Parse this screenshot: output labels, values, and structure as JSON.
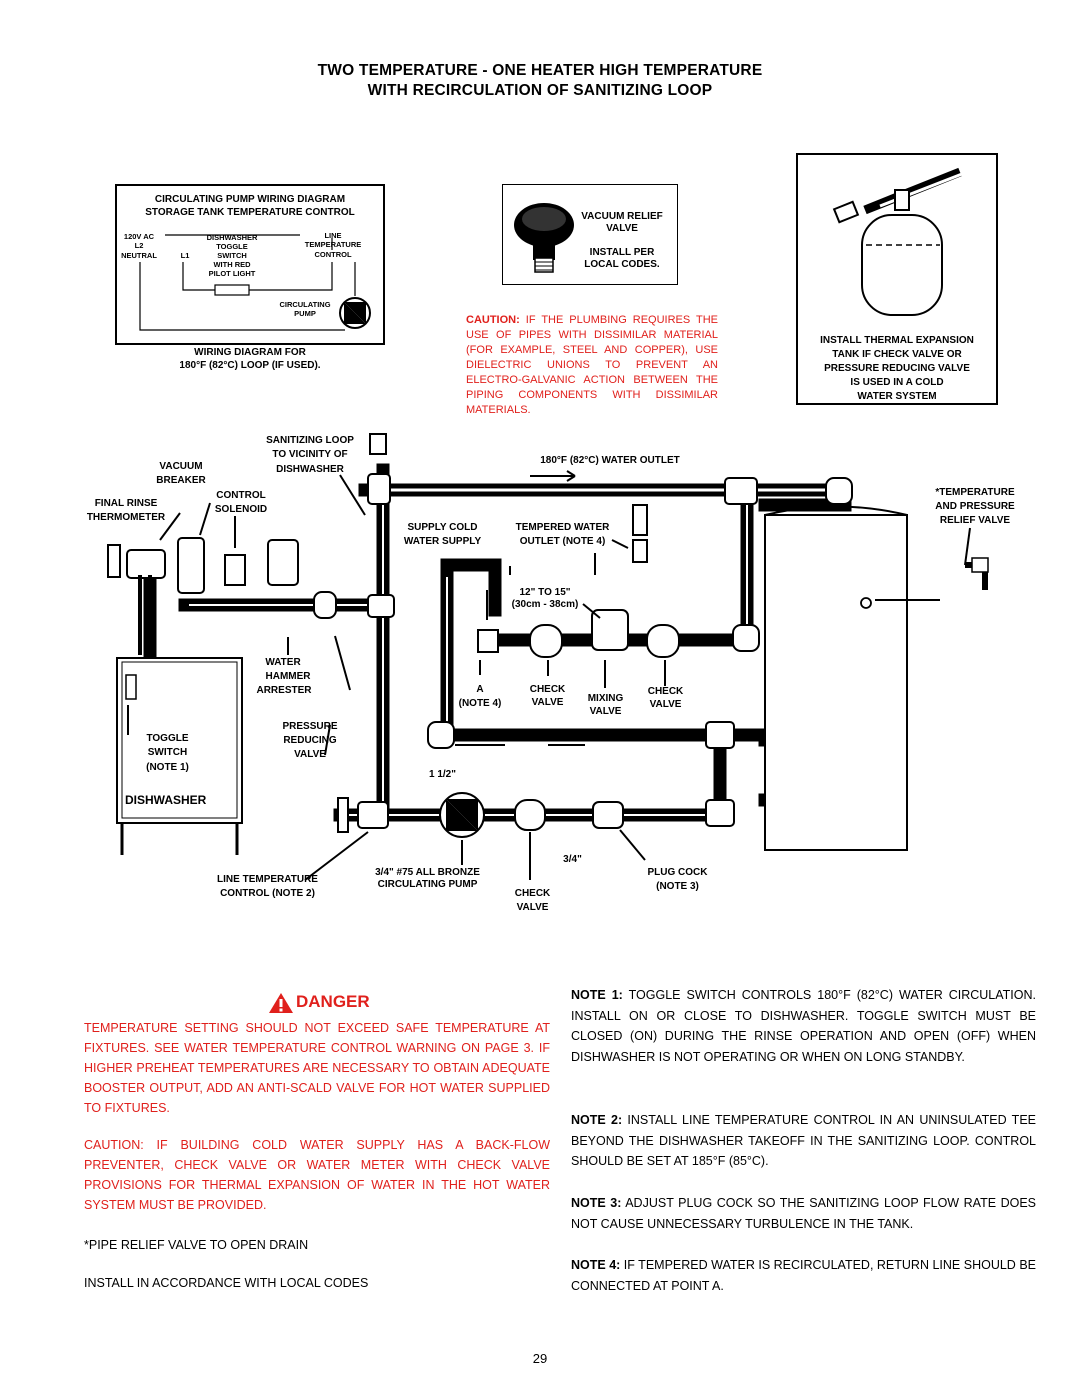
{
  "title": {
    "line1": "TWO TEMPERATURE - ONE HEATER HIGH TEMPERATURE",
    "line2": "WITH RECIRCULATION OF SANITIZING LOOP"
  },
  "wiring": {
    "heading1": "CIRCULATING PUMP WIRING DIAGRAM",
    "heading2": "STORAGE TANK TEMPERATURE CONTROL",
    "v120": "120V AC",
    "l2": "L2",
    "neutral": "NEUTRAL",
    "l1": "L1",
    "dishwasher": "DISHWASHER",
    "toggle": "TOGGLE",
    "switch": "SWITCH",
    "with_red": "WITH RED",
    "pilot_light": "PILOT LIGHT",
    "line": "LINE",
    "temperature": "TEMPERATURE",
    "control": "CONTROL",
    "circulating": "CIRCULATING",
    "pump": "PUMP",
    "caption1": "WIRING DIAGRAM FOR",
    "caption2": "180°F (82°C) LOOP (IF USED)."
  },
  "vacuum_relief": {
    "line1": "VACUUM RELIEF",
    "line2": "VALVE",
    "line3": "INSTALL PER",
    "line4": "LOCAL CODES."
  },
  "caution_plumbing": {
    "lead": "CAUTION:",
    "text": " IF THE PLUMBING REQUIRES THE USE OF PIPES WITH DISSIMILAR MATERIAL (FOR EXAMPLE, STEEL AND COPPER), USE DIELECTRIC UNIONS TO PREVENT AN ELECTRO-GALVANIC ACTION BETWEEN THE PIPING COMPONENTS WITH DISSIMILAR MATERIALS."
  },
  "expansion_tank": {
    "line1": "INSTALL THERMAL EXPANSION",
    "line2": "TANK IF CHECK VALVE OR",
    "line3": "PRESSURE REDUCING VALVE",
    "line4": "IS USED IN A COLD",
    "line5": "WATER SYSTEM"
  },
  "labels": {
    "sanitizing_loop": "SANITIZING LOOP",
    "to_vicinity_of": "TO VICINITY OF",
    "dishwasher_hdr": "DISHWASHER",
    "vacuum": "VACUUM",
    "breaker": "BREAKER",
    "final_rinse": "FINAL RINSE",
    "thermometer": "THERMOMETER",
    "control": "CONTROL",
    "solenoid": "SOLENOID",
    "supply_cold": "SUPPLY COLD",
    "water_supply": "WATER SUPPLY",
    "tempered_water": "TEMPERED WATER",
    "outlet_note4": "OUTLET (NOTE 4)",
    "water_outlet": "180°F (82°C) WATER OUTLET",
    "temperature_star": "*TEMPERATURE",
    "and_pressure": "AND PRESSURE",
    "relief_valve": "RELIEF VALVE",
    "dist": "12\" TO 15\"",
    "dist_cm": "(30cm - 38cm)",
    "water": "WATER",
    "hammer": "HAMMER",
    "arrester": "ARRESTER",
    "point_a": "A",
    "note4": "(NOTE 4)",
    "check": "CHECK",
    "valve": "VALVE",
    "mixing": "MIXING",
    "toggle": "TOGGLE",
    "switch": "SWITCH",
    "note1": "(NOTE 1)",
    "pressure": "PRESSURE",
    "reducing": "REDUCING",
    "size_1_1_2": "1 1/2\"",
    "dishwasher_unit": "DISHWASHER",
    "line_temperature": "LINE TEMPERATURE",
    "control_note2": "CONTROL (NOTE 2)",
    "pump_line1": "3/4\" #75 ALL BRONZE",
    "pump_line2": "CIRCULATING PUMP",
    "size_3_4": "3/4\"",
    "plug_cock": "PLUG COCK",
    "note3": "(NOTE 3)"
  },
  "danger": {
    "header": "DANGER",
    "para1": "TEMPERATURE SETTING SHOULD NOT EXCEED SAFE TEMPERATURE AT FIXTURES. SEE WATER TEMPERATURE CONTROL WARNING ON PAGE 3. IF HIGHER PREHEAT TEMPERATURES ARE NECESSARY TO OBTAIN ADEQUATE BOOSTER OUTPUT, ADD AN ANTI-SCALD VALVE FOR HOT WATER SUPPLIED TO FIXTURES.",
    "para2": "CAUTION: IF BUILDING COLD WATER SUPPLY HAS A BACK-FLOW PREVENTER, CHECK VALVE OR WATER METER WITH CHECK VALVE PROVISIONS FOR THERMAL EXPANSION OF WATER IN THE HOT WATER SYSTEM MUST BE PROVIDED."
  },
  "footnotes": {
    "pipe_relief": "*PIPE RELIEF VALVE TO OPEN DRAIN",
    "install": "INSTALL IN ACCORDANCE WITH LOCAL CODES"
  },
  "notes": {
    "n1_label": "NOTE 1:",
    "n1_text": " TOGGLE SWITCH CONTROLS 180°F (82°C) WATER CIRCULATION. INSTALL ON OR CLOSE TO DISHWASHER. TOGGLE SWITCH MUST BE CLOSED (ON) DURING THE RINSE OPERATION AND OPEN (OFF) WHEN DISHWASHER IS NOT OPERATING OR WHEN ON LONG STANDBY.",
    "n2_label": "NOTE 2:",
    "n2_text": " INSTALL LINE TEMPERATURE CONTROL IN AN UNINSULATED TEE BEYOND THE DISHWASHER TAKEOFF IN THE SANITIZING LOOP. CONTROL SHOULD BE SET AT 185°F (85°C).",
    "n3_label": "NOTE 3:",
    "n3_text": " ADJUST PLUG COCK SO THE SANITIZING LOOP FLOW RATE DOES NOT CAUSE UNNECESSARY TURBULENCE IN THE TANK.",
    "n4_label": "NOTE 4:",
    "n4_text": " IF TEMPERED WATER IS RECIRCULATED, RETURN LINE SHOULD BE CONNECTED AT POINT A."
  },
  "page_number": "29"
}
